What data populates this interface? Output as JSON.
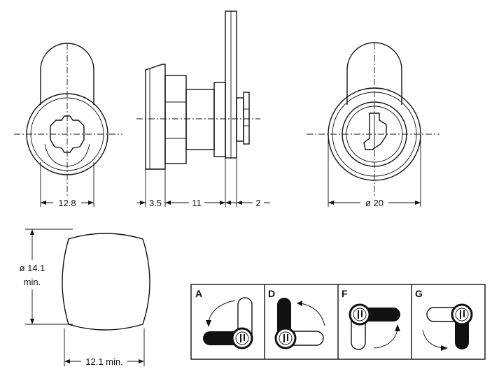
{
  "dimensions": {
    "front_width": "12.8",
    "flange": "3.5",
    "body_length": "11",
    "cam_thickness": "2",
    "diameter": "ø 20",
    "cylinder_diameter_label": "ø 14.1",
    "cylinder_diameter_min": "min.",
    "cylinder_width": "12.1 min."
  },
  "panels": [
    {
      "label": "A"
    },
    {
      "label": "D"
    },
    {
      "label": "F"
    },
    {
      "label": "G"
    }
  ]
}
